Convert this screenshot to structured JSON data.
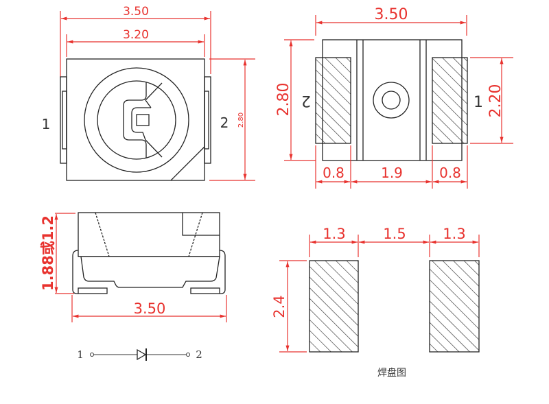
{
  "colors": {
    "dimension": "#e8322e",
    "outline": "#222222",
    "text": "#333333"
  },
  "top_view": {
    "width_outer": "3.50",
    "width_body": "3.20",
    "height": "2.80",
    "pin_left": "1",
    "pin_right": "2"
  },
  "bottom_view": {
    "width": "3.50",
    "height": "2.80",
    "pad_height": "2.20",
    "pad_left_width": "0.8",
    "center_width": "1.9",
    "pad_right_width": "0.8",
    "pin_left": "2",
    "pin_right": "1"
  },
  "side_view": {
    "height": "1.88或1.2",
    "width": "3.50"
  },
  "footprint": {
    "pad_width_left": "1.3",
    "gap": "1.5",
    "pad_width_right": "1.3",
    "pad_height": "2.4",
    "caption": "焊盘图"
  },
  "schematic": {
    "pin_a": "1",
    "pin_b": "2",
    "symbol": "diode-icon"
  }
}
